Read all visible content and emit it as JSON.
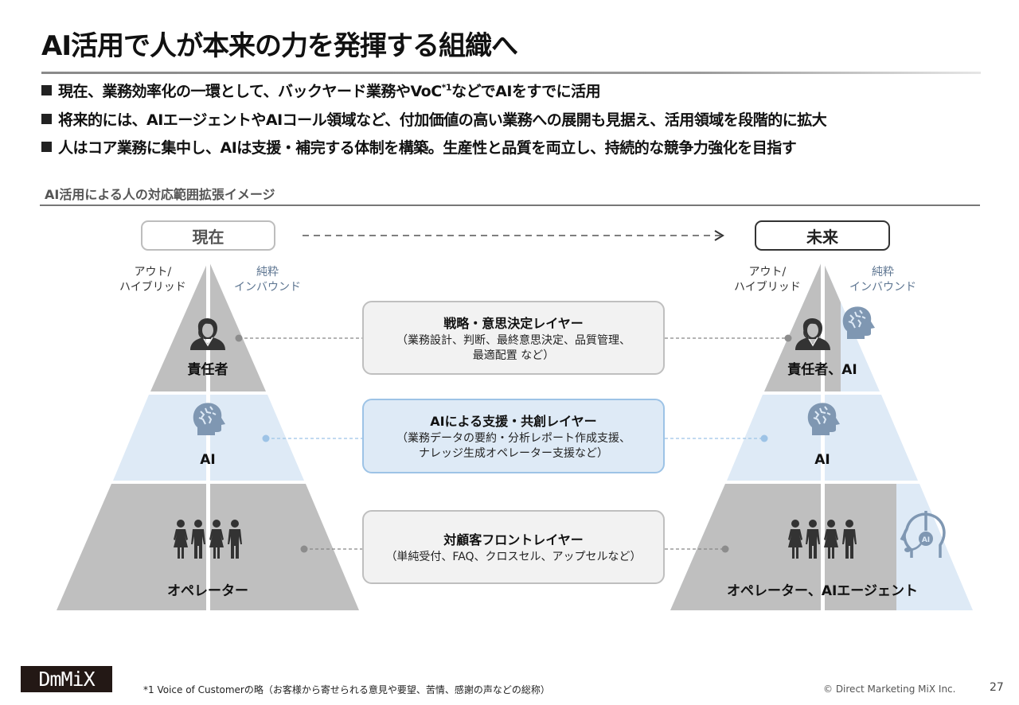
{
  "header": {
    "title": "AI活用で人が本来の力を発揮する組織へ",
    "bullets": [
      {
        "pre": "現在、業務効率化の一環として、バックヤード業務やVoC",
        "sup": "*1",
        "post": "などでAIをすでに活用"
      },
      {
        "pre": "将来的には、AIエージェントやAIコール領域など、付加価値の高い業務への展開も見据え、活用領域を段階的に拡大",
        "sup": "",
        "post": ""
      },
      {
        "pre": "人はコア業務に集中し、AIは支援・補完する体制を構築。生産性と品質を両立し、持続的な競争力強化を目指す",
        "sup": "",
        "post": ""
      }
    ]
  },
  "section": {
    "label": "AI活用による人の対応範囲拡張イメージ"
  },
  "diagram": {
    "now": {
      "label": "現在",
      "out_label_line1": "アウト/",
      "out_label_line2": "ハイブリッド",
      "in_label_line1": "純粋",
      "in_label_line2": "インバウンド",
      "top_label": "責任者",
      "middle_label": "AI",
      "bottom_label": "オペレーター"
    },
    "future": {
      "label": "未来",
      "out_label_line1": "アウト/",
      "out_label_line2": "ハイブリッド",
      "in_label_line1": "純粋",
      "in_label_line2": "インバウンド",
      "top_label": "責任者、AI",
      "middle_label": "AI",
      "bottom_label": "オペレーター、AIエージェント",
      "agent_icon_text": "AI"
    },
    "layers": [
      {
        "title": "戦略・意思決定レイヤー",
        "desc_line1": "（業務設計、判断、最終意思決定、品質管理、",
        "desc_line2": "最適配置 など）"
      },
      {
        "title": "AIによる支援・共創レイヤー",
        "desc_line1": "（業務データの要約・分析レポート作成支援、",
        "desc_line2": "ナレッジ生成オペレーター支援など）"
      },
      {
        "title": "対顧客フロントレイヤー",
        "desc_line1": "（単純受付、FAQ、クロスセル、アップセルなど）",
        "desc_line2": ""
      }
    ],
    "colors": {
      "gray": "#bfbfbf",
      "blue": "#deeaf6",
      "icon_blue": "#7f97b2",
      "icon_dark": "#333333"
    }
  },
  "footer": {
    "logo": "DmMiX",
    "footnote": "*1  Voice of Customerの略（お客様から寄せられる意見や要望、苦情、感謝の声などの総称）",
    "copyright": "© Direct Marketing MiX Inc.",
    "page_number": "27"
  }
}
